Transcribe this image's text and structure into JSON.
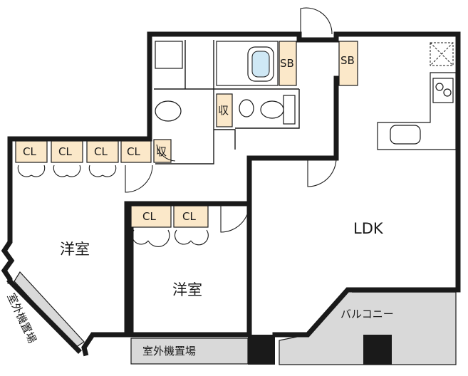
{
  "rooms": {
    "ldk": "LDK",
    "western_left": "洋室",
    "western_center": "洋室",
    "balcony": "バルコニー",
    "outdoor_unit_bottom": "室外機置場",
    "outdoor_unit_left": "室外機置場"
  },
  "storage": {
    "closet": "CL",
    "shoe_box": "SB",
    "storage": "収"
  },
  "colors": {
    "storage_fill": "#fbe8c9",
    "outdoor_fill": "#d9d9d9",
    "wall": "#1a1a1a"
  }
}
